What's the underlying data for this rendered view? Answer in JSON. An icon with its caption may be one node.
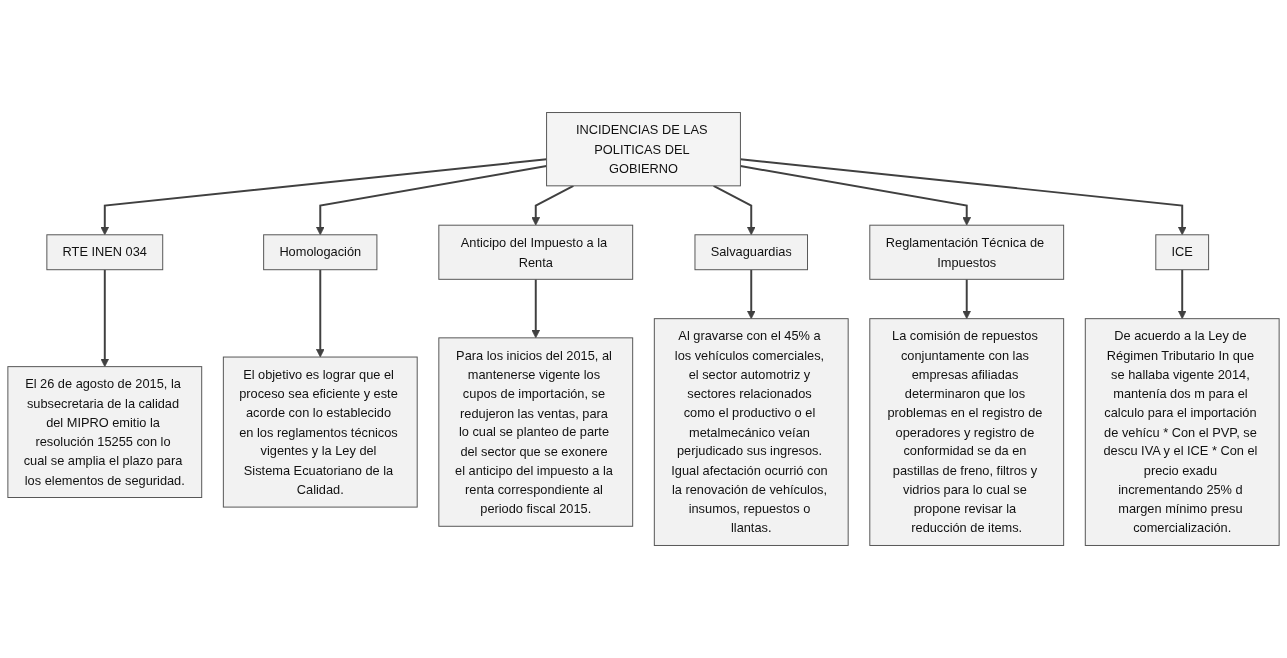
{
  "diagram": {
    "nodes": [
      {
        "text": [
          "INCIDENCIAS DE LAS POLITICAS DEL GOBIERNO"
        ]
      },
      {
        "text": [
          "RTE INEN 034"
        ]
      },
      {
        "text": [
          "Homologación"
        ]
      },
      {
        "text": [
          "Anticipo del Impuesto a la Renta"
        ]
      },
      {
        "text": [
          "Salvaguardias"
        ]
      },
      {
        "text": [
          "Reglamentación Técnica de Impuestos"
        ]
      },
      {
        "text": [
          "ICE"
        ]
      },
      {
        "text": [
          "El 26 de agosto de 2015, la subsecretaria de la calidad del MIPRO emitio la resolución 15255 con lo cual se amplia el plazo para los elementos de seguridad."
        ]
      },
      {
        "text": [
          "El objetivo es lograr que el proceso sea eficiente y este acorde con lo establecido en los reglamentos técnicos vigentes y la Ley del Sistema Ecuatoriano de la Calidad."
        ]
      },
      {
        "text": [
          "Para los inicios del 2015, al mantenerse vigente los cupos de importación, se redujeron las ventas, para lo cual se planteo de parte del sector que se exonere el anticipo del impuesto a la renta correspondiente al periodo fiscal 2015."
        ]
      },
      {
        "text": [
          "Al gravarse con el 45% a los vehículos comerciales, el sector automotriz y sectores relacionados como el productivo o el metalmecánico veían perjudicado sus ingresos. Igual afectación ocurrió con la renovación de vehículos, insumos, repuestos o llantas."
        ]
      },
      {
        "text": [
          "La comisión de repuestos conjuntamente con las empresas afiliadas determinaron que los problemas en el registro de operadores y registro de conformidad se da en pastillas de freno, filtros y vidrios para lo cual se propone revisar la reducción de items."
        ]
      },
      {
        "text": [
          "De acuerdo a la Ley de Régimen Tributario In que se hallaba vigente 2014, mantenía dos m para el calculo para el importación de vehícu * Con el PVP, se descu IVA y el ICE * Con el precio exadu incrementando 25% d margen mínimo presu comercialización."
        ]
      }
    ],
    "edges": [
      {
        "from": 0,
        "to": 1,
        "arrow": "to"
      },
      {
        "from": 0,
        "to": 2,
        "arrow": "to"
      },
      {
        "from": 0,
        "to": 3,
        "arrow": "to"
      },
      {
        "from": 0,
        "to": 4,
        "arrow": "to"
      },
      {
        "from": 0,
        "to": 5,
        "arrow": "to"
      },
      {
        "from": 0,
        "to": 6,
        "arrow": "to"
      },
      {
        "from": 1,
        "to": 7,
        "arrow": "to"
      },
      {
        "from": 2,
        "to": 8,
        "arrow": "to"
      },
      {
        "from": 3,
        "to": 9,
        "arrow": "to"
      },
      {
        "from": 4,
        "to": 10,
        "arrow": "to"
      },
      {
        "from": 5,
        "to": 11,
        "arrow": "to"
      },
      {
        "from": 6,
        "to": 12,
        "arrow": "to"
      }
    ]
  }
}
